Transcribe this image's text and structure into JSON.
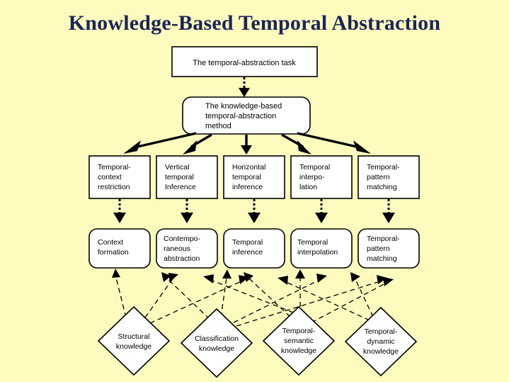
{
  "slide": {
    "title": "Knowledge-Based Temporal Abstraction",
    "background_color": "#fdfbbe",
    "title_color": "#1b2559"
  },
  "diagram": {
    "type": "flow-diagram",
    "task_box": {
      "label": "The temporal-abstraction task",
      "shape": "rectangle"
    },
    "method_box": {
      "label_lines": [
        "The knowledge-based",
        "temporal-abstraction",
        "method"
      ],
      "shape": "rounded-rectangle"
    },
    "mechanisms_row": {
      "shape": "rectangle",
      "items": [
        {
          "lines": [
            "Temporal-",
            "context",
            "restriction"
          ]
        },
        {
          "lines": [
            "Vertical",
            "temporal",
            "Inference"
          ]
        },
        {
          "lines": [
            "Horizontal",
            "temporal",
            "inference"
          ]
        },
        {
          "lines": [
            "Temporal",
            "interpo-",
            "lation"
          ]
        },
        {
          "lines": [
            "Temporal-",
            "pattern",
            "matching"
          ]
        }
      ]
    },
    "outputs_row": {
      "shape": "rounded-rectangle",
      "items": [
        {
          "lines": [
            "Context",
            "formation"
          ]
        },
        {
          "lines": [
            "Contempo-",
            "raneous",
            "abstraction"
          ]
        },
        {
          "lines": [
            "Temporal",
            "inference"
          ]
        },
        {
          "lines": [
            "Temporal",
            "interpolation"
          ]
        },
        {
          "lines": [
            "Temporal-",
            "pattern",
            "matching"
          ]
        }
      ]
    },
    "knowledge_row": {
      "shape": "diamond",
      "items": [
        {
          "lines": [
            "Structural",
            "knowledge"
          ]
        },
        {
          "lines": [
            "Classification",
            "knowledge"
          ]
        },
        {
          "lines": [
            "Temporal-",
            "semantic",
            "knowledge"
          ]
        },
        {
          "lines": [
            "Temporal-",
            "dynamic",
            "knowledge"
          ]
        }
      ]
    }
  }
}
